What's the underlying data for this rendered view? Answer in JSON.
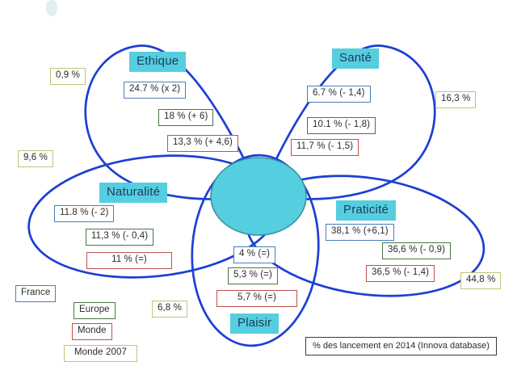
{
  "chart_data": {
    "type": "diagram",
    "title": "",
    "caption": "% des lancement en 2014 (Innova database)",
    "legend_title": "",
    "legend": [
      {
        "label": "France",
        "color": "#4a7ebb"
      },
      {
        "label": "Europe",
        "color": "#4a7544"
      },
      {
        "label": "Monde",
        "color": "#c0504d"
      },
      {
        "label": "Monde 2007",
        "color": "#c3c377"
      }
    ],
    "petals": [
      {
        "id": "ethique",
        "title": "Ethique",
        "values": [
          {
            "series": "France",
            "text": "24.7 % (x 2)",
            "value": 24.7,
            "delta": "x 2"
          },
          {
            "series": "Europe",
            "text": "18 % (+ 6)",
            "value": 18,
            "delta": "+ 6"
          },
          {
            "series": "Monde",
            "text": "13,3 % (+ 4,6)",
            "value": 13.3,
            "delta": "+ 4,6"
          },
          {
            "series": "Monde 2007",
            "text": "0,9 %",
            "value": 0.9,
            "delta": ""
          }
        ]
      },
      {
        "id": "sante",
        "title": "Santé",
        "values": [
          {
            "series": "France",
            "text": "6.7 % (- 1,4)",
            "value": 6.7,
            "delta": "- 1,4"
          },
          {
            "series": "Europe",
            "text": "10.1 % (- 1,8)",
            "value": 10.1,
            "delta": "- 1,8"
          },
          {
            "series": "Monde",
            "text": "11,7 % (- 1,5)",
            "value": 11.7,
            "delta": "- 1,5"
          },
          {
            "series": "Monde 2007",
            "text": "16,3 %",
            "value": 16.3,
            "delta": ""
          }
        ]
      },
      {
        "id": "naturalite",
        "title": "Naturalité",
        "values": [
          {
            "series": "France",
            "text": "11.8 % (- 2)",
            "value": 11.8,
            "delta": "- 2"
          },
          {
            "series": "Europe",
            "text": "11,3 % (- 0,4)",
            "value": 11.3,
            "delta": "- 0,4"
          },
          {
            "series": "Monde",
            "text": "11 % (=)",
            "value": 11,
            "delta": "="
          },
          {
            "series": "Monde 2007",
            "text": "9,6 %",
            "value": 9.6,
            "delta": ""
          }
        ]
      },
      {
        "id": "praticite",
        "title": "Praticité",
        "values": [
          {
            "series": "France",
            "text": "38,1 % (+6,1)",
            "value": 38.1,
            "delta": "+6,1"
          },
          {
            "series": "Europe",
            "text": "36,6 % (- 0,9)",
            "value": 36.6,
            "delta": "- 0,9"
          },
          {
            "series": "Monde",
            "text": "36,5 % (- 1,4)",
            "value": 36.5,
            "delta": "- 1,4"
          },
          {
            "series": "Monde 2007",
            "text": "44,8 %",
            "value": 44.8,
            "delta": ""
          }
        ]
      },
      {
        "id": "plaisir",
        "title": "Plaisir",
        "values": [
          {
            "series": "France",
            "text": "4 % (=)",
            "value": 4,
            "delta": "="
          },
          {
            "series": "Europe",
            "text": "5,3 % (=)",
            "value": 5.3,
            "delta": "="
          },
          {
            "series": "Monde",
            "text": "5,7 % (=)",
            "value": 5.7,
            "delta": "="
          },
          {
            "series": "Monde 2007",
            "text": "6,8 %",
            "value": 6.8,
            "delta": ""
          }
        ]
      }
    ],
    "colors": {
      "petal_stroke": "#1c3fd4",
      "center_fill": "#55cee0",
      "center_stroke": "#3a8fa0",
      "chip_fill": "#55cee0",
      "france": "#4a7ebb",
      "europe": "#4a7544",
      "monde": "#c0504d",
      "monde2007": "#c3c377"
    }
  }
}
